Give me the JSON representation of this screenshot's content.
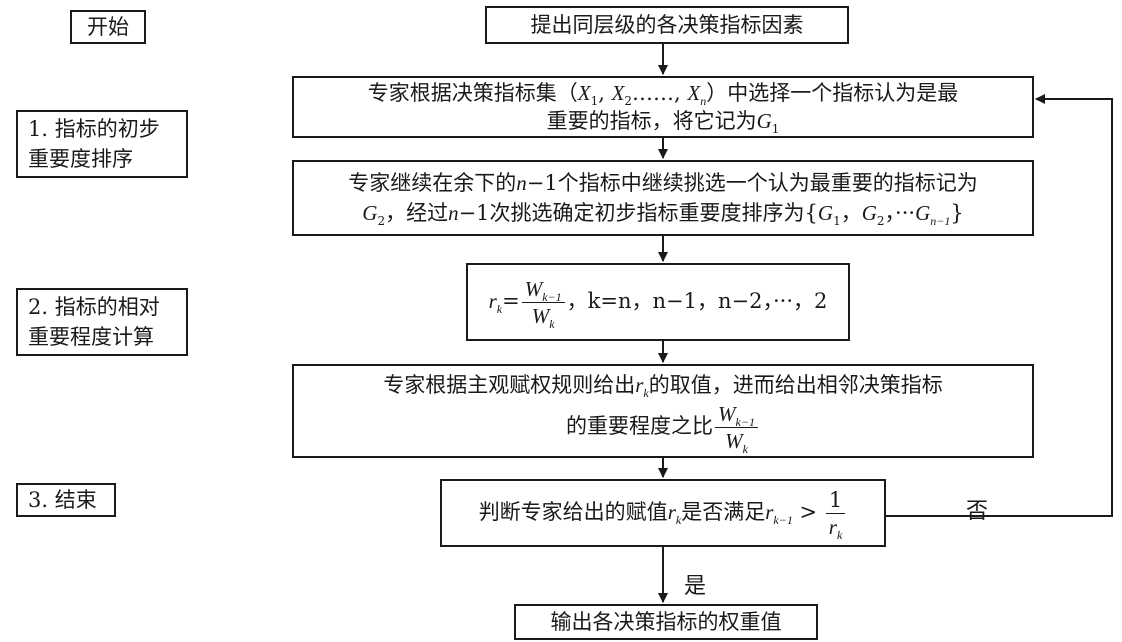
{
  "start": "开始",
  "stages": {
    "s1": "1. 指标的初步重要度排序",
    "s2": "2. 指标的相对重要程度计算",
    "s3": "3. 结束"
  },
  "boxes": {
    "b0": "提出同层级的各决策指标因素",
    "b1": {
      "pre": "专家根据决策指标集（",
      "x": "X",
      "x1": "1",
      "x2": "2",
      "dots": "……",
      "xn": "n",
      "post": "）中选择一个指标认为是最",
      "line2": "重要的指标，将它记为",
      "g": "G",
      "g1": "1"
    },
    "b2": {
      "pre": "专家继续在余下的",
      "n": "n",
      "mid": "−1个指标中继续挑选一个认为最重要的指标记为",
      "g": "G",
      "g2sub": "2",
      "mid2": "，经过",
      "n2": "n",
      "mid3": "−1次挑选确定初步指标重要度排序为{",
      "g1sub": "1",
      "g2sub2": "2",
      "tail": "，···",
      "gnsub": "n−1",
      "close": "}"
    },
    "b3": {
      "r": "r",
      "k": "k",
      "eq": "=",
      "w": "W",
      "wnum_sub": "k−1",
      "wden_sub": "k",
      "rest": "，k=n，n−1，n−2，···，2"
    },
    "b4": {
      "line1_pre": "专家根据主观赋权规则给出",
      "line1_post": "的取值，进而给出相邻决策指标",
      "line2": "的重要程度之比"
    },
    "b5": {
      "pre": "判断专家给出的赋值",
      "mid": "是否满足",
      "gt": " > ",
      "one": "1"
    },
    "b6": "输出各决策指标的权重值"
  },
  "labels": {
    "yes": "是",
    "no": "否"
  }
}
